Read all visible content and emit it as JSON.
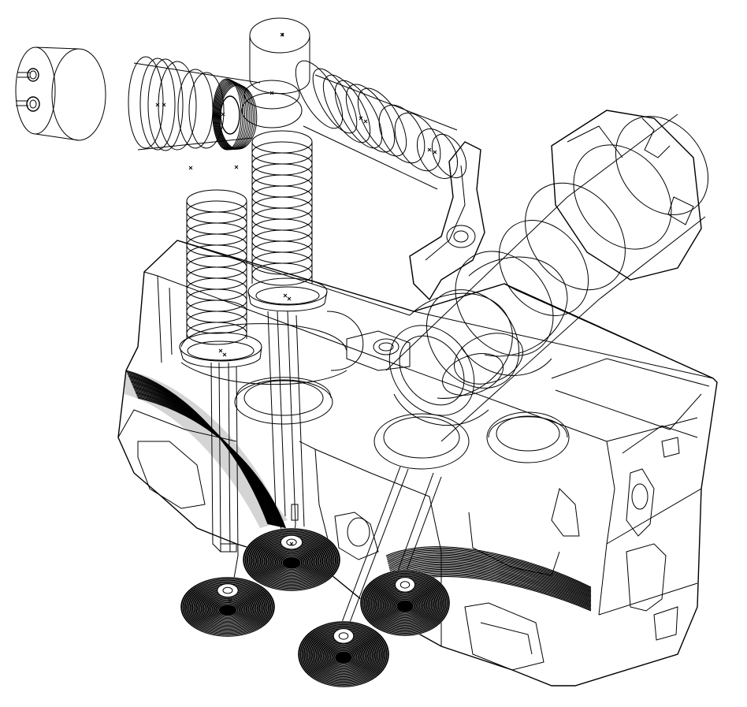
{
  "colors": {
    "background": "#ffffff",
    "line": "#000000",
    "dense_fill": "#111111"
  },
  "drawing": {
    "style": "wireframe-line-drawing",
    "components": [
      "cylinder-head-block",
      "camshaft",
      "rocker-arm",
      "intake-valve-spring-assembly",
      "exhaust-valve-spring-assembly",
      "valve-tappet",
      "sensor-cylinder",
      "valve-disc-front-left",
      "valve-disc-front-right",
      "valve-disc-rear-left",
      "valve-disc-rear-right"
    ]
  }
}
